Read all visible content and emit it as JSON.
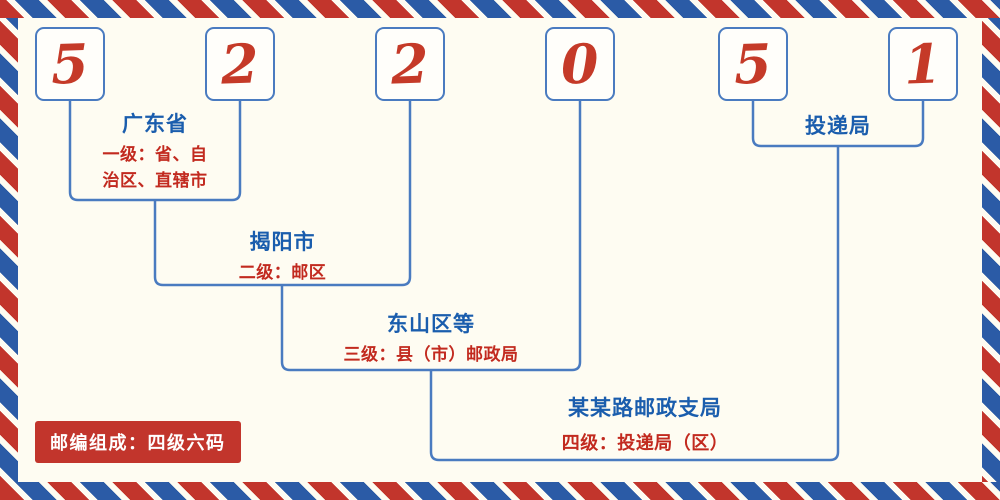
{
  "postal_code": {
    "digits": [
      "5",
      "2",
      "2",
      "0",
      "5",
      "1"
    ]
  },
  "levels": [
    {
      "name": "广东省",
      "desc": "一级：省、自\n治区、直辖市"
    },
    {
      "name": "揭阳市",
      "desc": "二级：邮区"
    },
    {
      "name": "东山区等",
      "desc": "三级：县（市）邮政局"
    },
    {
      "name": "某某路邮政支局",
      "desc": "四级：投递局（区）"
    },
    {
      "name": "投递局",
      "desc": ""
    }
  ],
  "footer": {
    "badge": "邮编组成：四级六码"
  },
  "colors": {
    "digit_red": "#c53a28",
    "line_blue": "#4a7bc0",
    "label_blue": "#1a5dad",
    "desc_red": "#c22a1f",
    "badge_bg": "#c2352c",
    "stripe_red": "#c2352c",
    "stripe_blue": "#2b5ba6",
    "background": "#fefcf2"
  }
}
